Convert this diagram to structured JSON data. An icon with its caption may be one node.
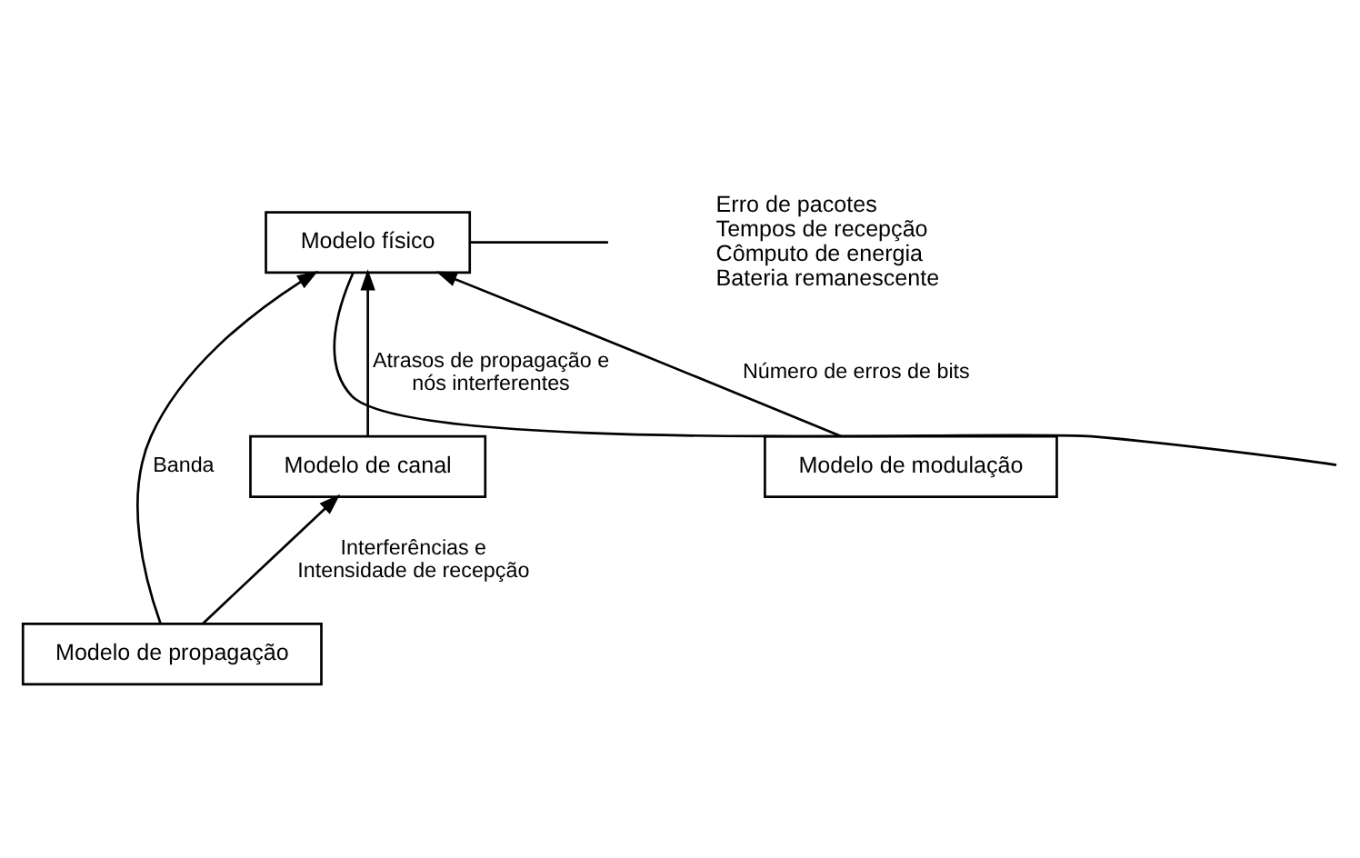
{
  "diagram": {
    "nodes": [
      {
        "text": [
          "Modelo físico"
        ]
      },
      {
        "text": [
          "Modelo de canal"
        ]
      },
      {
        "text": [
          "Modelo de modulação"
        ]
      },
      {
        "text": [
          "Modelo de propagação"
        ]
      }
    ],
    "edges": [
      {
        "from": 1,
        "to": 0,
        "arrow": "to",
        "label": "Atrasos de propagação e nós interferentes"
      },
      {
        "from": 3,
        "to": 0,
        "arrow": "to",
        "label": "Banda"
      },
      {
        "from": 2,
        "to": 0,
        "arrow": "to",
        "label": "Número de erros de bits"
      },
      {
        "from": 3,
        "to": 1,
        "arrow": "to",
        "label": "Interferências e Intensidade de recepção"
      },
      {
        "from": 0,
        "to": null,
        "arrow": "none"
      },
      {
        "from": 0,
        "to": null,
        "arrow": "none"
      }
    ],
    "labels": [
      "Erro de pacotes",
      "Tempos de recepção",
      "Cômputo de energia",
      "Bateria remanescente"
    ]
  }
}
